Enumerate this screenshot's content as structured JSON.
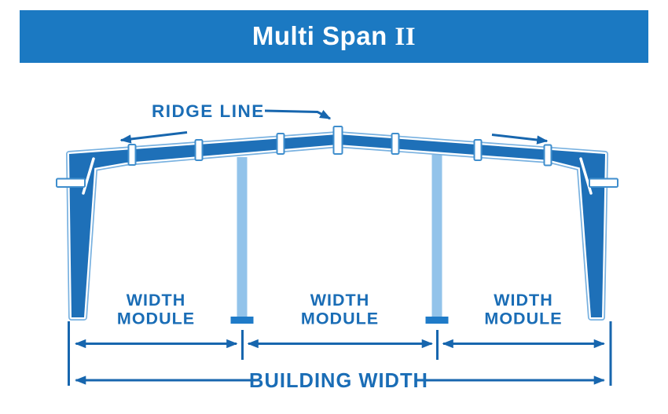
{
  "header": {
    "title_main": "Multi Span",
    "title_suffix": "II"
  },
  "annotations": {
    "ridge_line": "RIDGE LINE",
    "building_width": "BUILDING WIDTH",
    "modules": [
      {
        "line1": "WIDTH",
        "line2": "MODULE"
      },
      {
        "line1": "WIDTH",
        "line2": "MODULE"
      },
      {
        "line1": "WIDTH",
        "line2": "MODULE"
      }
    ]
  },
  "diagram": {
    "span_count": 3,
    "interior_column_count": 2
  },
  "colors": {
    "header_bg": "#1b79c2",
    "header_text": "#ffffff",
    "frame_fill": "#1e70b8",
    "frame_outline": "#78b1e0",
    "clip_outline": "#3f8ecd",
    "interior_column": "#92c3ea",
    "base_plate": "#1f7bc8",
    "line": "#1766ae",
    "text": "#1a6db6"
  }
}
